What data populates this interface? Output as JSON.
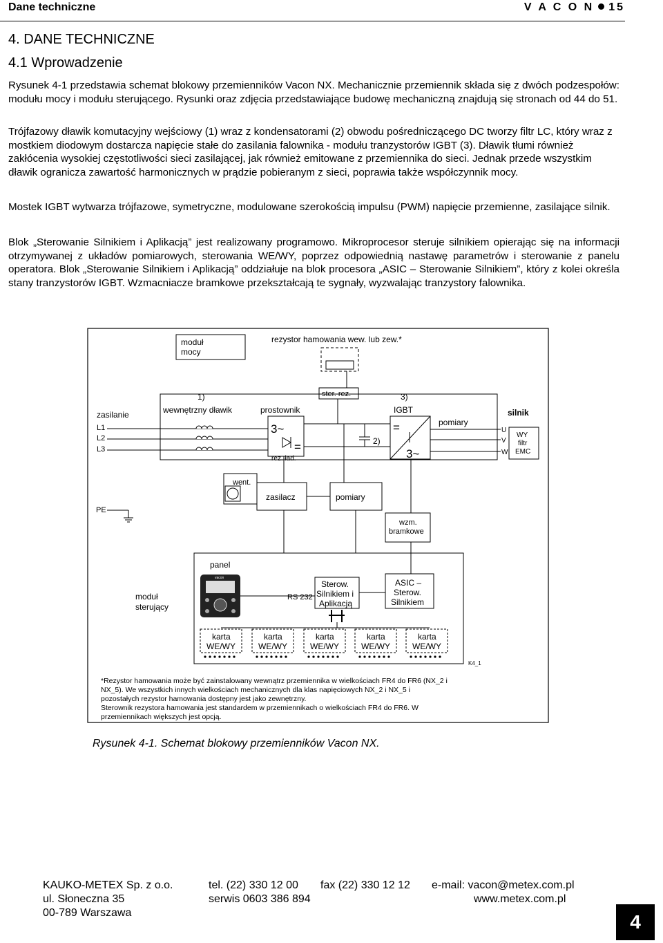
{
  "header": {
    "left": "Dane techniczne",
    "brand": "V A C O N",
    "page": "15"
  },
  "headings": {
    "chapter": "4.   DANE TECHNICZNE",
    "section": "4.1  Wprowadzenie"
  },
  "paragraphs": [
    "Rysunek 4-1 przedstawia schemat blokowy przemienników Vacon NX. Mechanicznie przemiennik składa się z dwóch podzespołów: modułu mocy i modułu sterującego. Rysunki oraz zdjęcia przedstawiające budowę mechaniczną znajdują się stronach od 44 do 51.",
    "Trójfazowy dławik komutacyjny wejściowy (1) wraz z kondensatorami (2) obwodu pośredniczącego DC tworzy filtr LC, który wraz z mostkiem diodowym dostarcza napięcie stałe do zasilania falownika  - modułu tranzystorów IGBT (3). Dławik tłumi również zakłócenia wysokiej częstotliwości sieci zasilającej, jak również emitowane z przemiennika do sieci. Jednak przede wszystkim dławik ogranicza zawartość harmonicznych w prądzie pobieranym z sieci, poprawia także współczynnik mocy.",
    "Mostek IGBT wytwarza trójfazowe, symetryczne, modulowane szerokością impulsu (PWM) napięcie przemienne, zasilające silnik.",
    "Blok „Sterowanie Silnikiem i Aplikacją” jest realizowany programowo. Mikroprocesor steruje silnikiem opierając się na informacji otrzymywanej z układów pomiarowych, sterowania WE/WY, poprzez odpowiednią nastawę parametrów i sterowanie z panelu operatora. Blok „Sterowanie Silnikiem i Aplikacją” oddziałuje na blok procesora „ASIC – Sterowanie Silnikiem”, który z kolei określa stany tranzystorów IGBT. Wzmacniacze bramkowe przekształcają te sygnały, wyzwalając tranzystory falownika."
  ],
  "diagram": {
    "modul_mocy": [
      "moduł",
      "mocy"
    ],
    "rezystor": "rezystor hamowania wew. lub zew.*",
    "ster_rez": "ster. rez.",
    "label_1": "1)",
    "label_2": "2)",
    "label_3": "3)",
    "wewnetrzny_dlawik": "wewnętrzny dławik",
    "prostownik": "prostownik",
    "igbt": "IGBT",
    "zasilanie": "zasilanie",
    "phases_in": [
      "L1",
      "L2",
      "L3"
    ],
    "three_ac": "3~",
    "dc": "=",
    "rez_lad": "rez. ład.",
    "pomiary_top": "pomiary",
    "silnik": "silnik",
    "phases_out": [
      "U",
      "V",
      "W"
    ],
    "filtr": [
      "WY",
      "filtr",
      "EMC"
    ],
    "went": "went.",
    "zasilacz": "zasilacz",
    "pomiary_mid": "pomiary",
    "pe": "PE",
    "wzm": [
      "wzm.",
      "bramkowe"
    ],
    "panel": "panel",
    "panel_brand": "vacon",
    "modul_sterujacy": [
      "moduł",
      "sterujący"
    ],
    "rs232": "RS 232",
    "sterowanie": [
      "Sterow.",
      "Silnikiem i",
      "Aplikacją"
    ],
    "asic": [
      "ASIC –",
      "Sterow.",
      "Silnikiem"
    ],
    "karta": [
      "karta",
      "WE/WY"
    ],
    "ref": "K4_1",
    "note": [
      "*Rezystor hamowania może być zainstalowany wewnątrz przemiennika w wielkościach FR4 do FR6 (NX_2 i",
      "NX_5). We wszystkich innych wielkościach mechanicznych dla klas napięciowych NX_2 i NX_5 i",
      "pozostałych rezystor hamowania dostępny jest jako zewnętrzny.",
      "Sterownik rezystora hamowania jest standardem w przemiennikach o wielkościach FR4 do FR6. W",
      "przemiennikach większych jest opcją."
    ]
  },
  "caption": "Rysunek 4-1. Schemat blokowy przemienników Vacon NX.",
  "footer": {
    "company": "KAUKO-METEX Sp. z o.o.",
    "street": "ul. Słoneczna 35",
    "city": "00-789 Warszawa",
    "tel": "tel. (22) 330 12 00",
    "fax": "fax (22) 330 12 12",
    "serwis": "serwis   0603 386 894",
    "email": "e-mail:  vacon@metex.com.pl",
    "www": "www.metex.com.pl",
    "page_number": "4"
  }
}
